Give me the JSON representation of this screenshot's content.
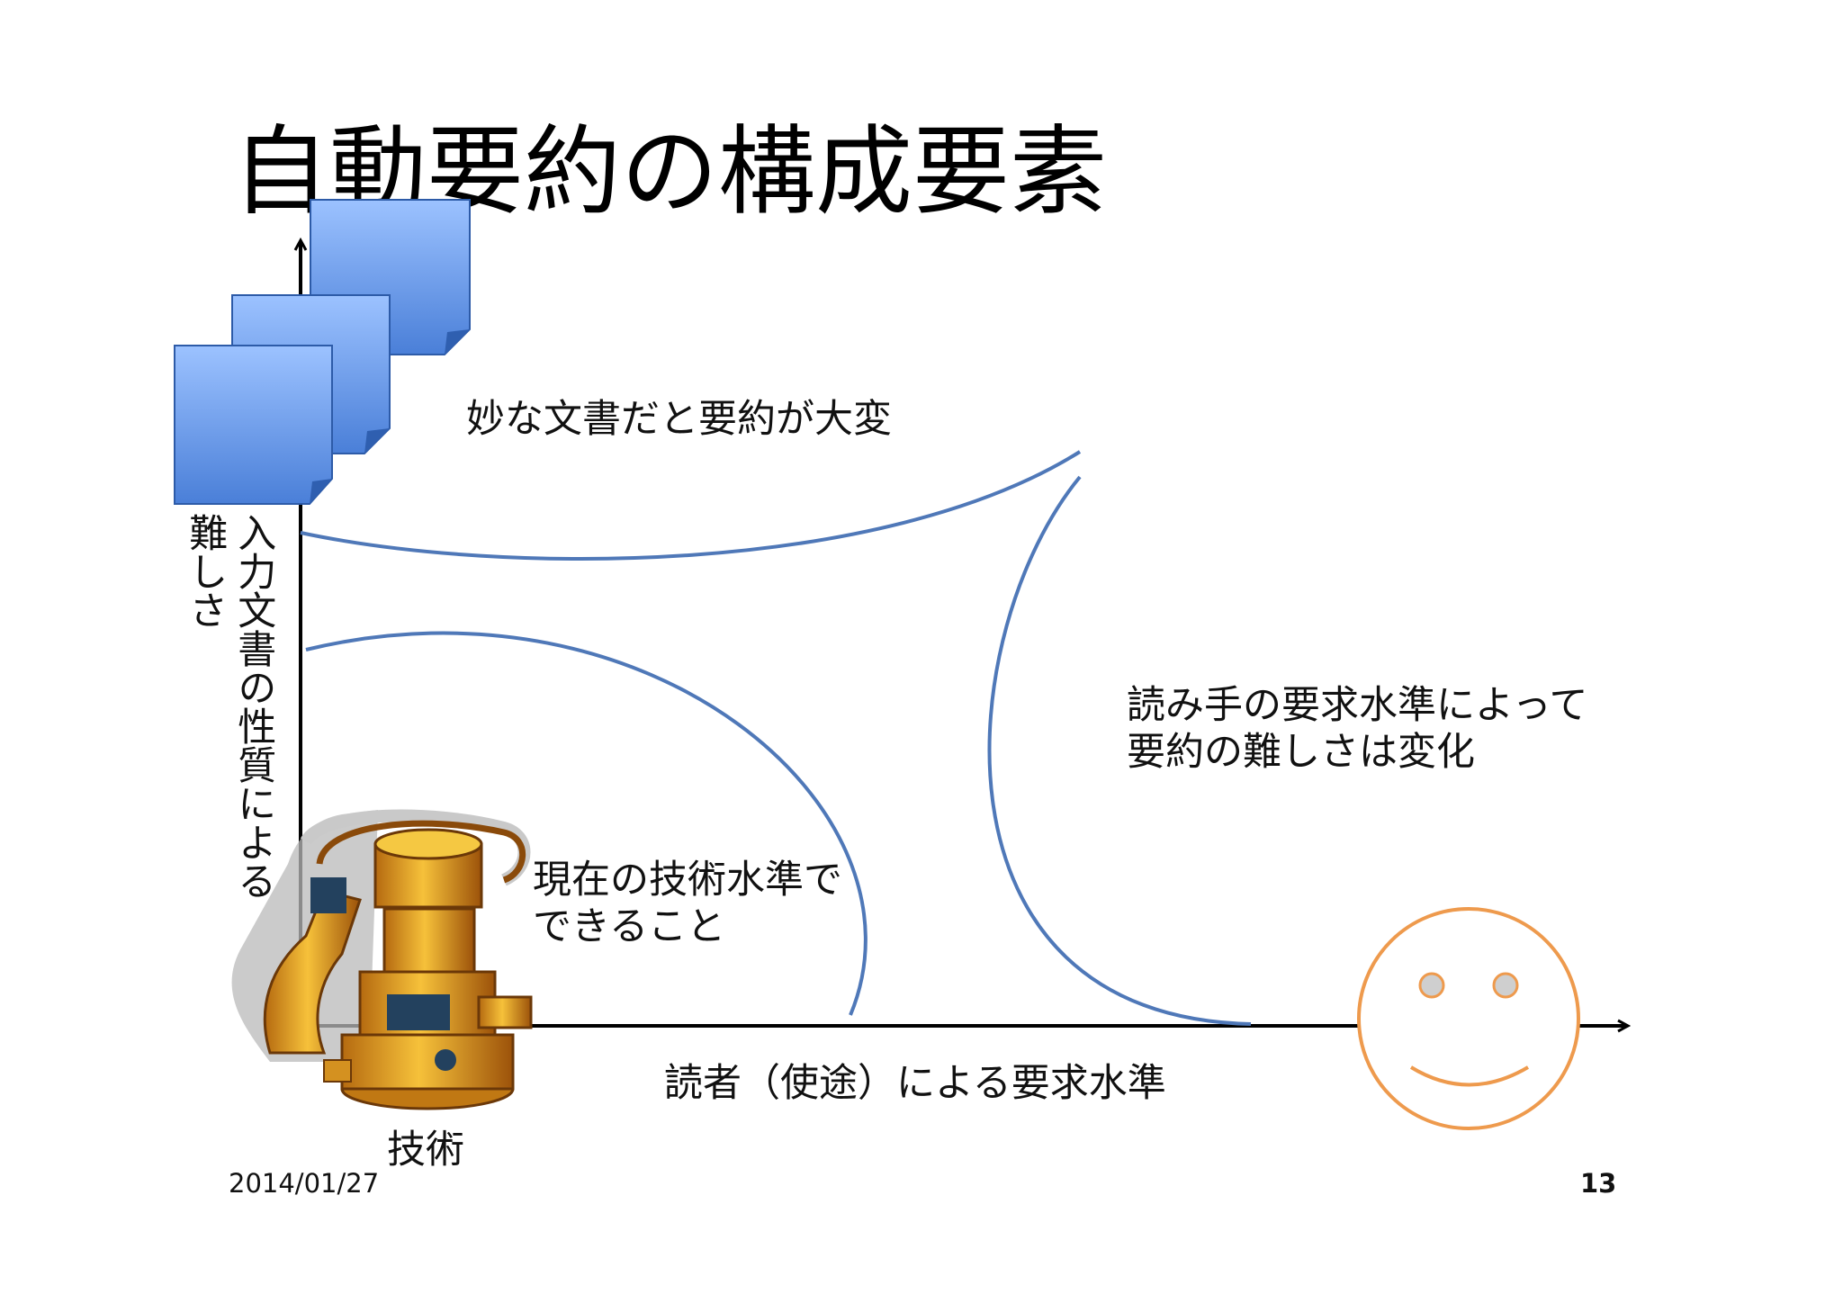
{
  "slide": {
    "title": "自動要約の構成要素",
    "date": "2014/01/27",
    "page_number": "13"
  },
  "diagram": {
    "y_axis_label_line1": "入力文書の性質による",
    "y_axis_label_line2": "難しさ",
    "x_axis_label": "読者（使途）による要求水準",
    "x_origin_label": "技術",
    "region_top_label": "妙な文書だと要約が大変",
    "region_current_label_line1": "現在の技術水準で",
    "region_current_label_line2": "できること",
    "region_right_label_line1": "読み手の要求水準によって",
    "region_right_label_line2": "要約の難しさは変化",
    "curve_color": "#4f78b8",
    "document_icon_color": "#5b8fe0",
    "smiley_color": "#ee9a4d"
  }
}
